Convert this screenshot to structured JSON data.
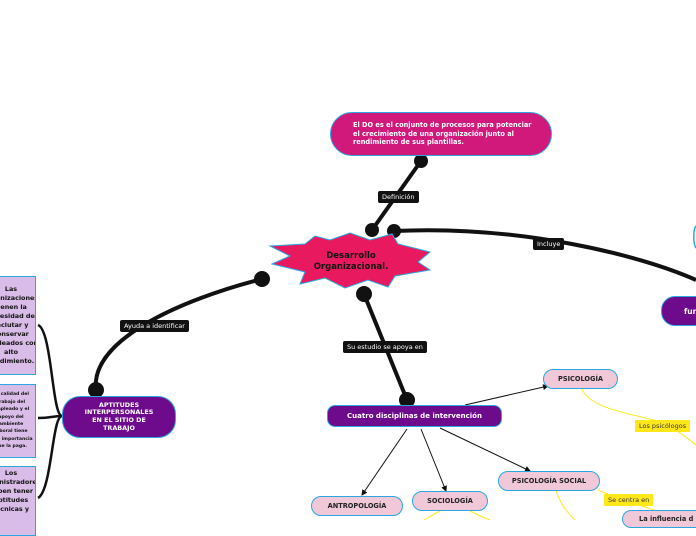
{
  "central": {
    "label": "Desarrollo Organizacional."
  },
  "definition": {
    "text": "El DO es el conjunto de procesos para potenciar el crecimiento de una organización junto al rendimiento de sus plantillas."
  },
  "aptitudes": {
    "label": "APTITUDES INTERPERSONALES EN EL SITIO DE TRABAJO"
  },
  "disciplinas": {
    "label": "Cuatro disciplinas de intervención"
  },
  "psicologia": {
    "label": "PSICOLOGÍA"
  },
  "psicologia_social": {
    "label": "PSICOLOGÍA SOCIAL"
  },
  "antropologia": {
    "label": "ANTROPOLOGÍA"
  },
  "sociologia": {
    "label": "SOCIOLOGÍA"
  },
  "right_partial": {
    "label": "fun"
  },
  "influencia_partial": {
    "label": "La influencia d"
  },
  "left_boxes": [
    {
      "text": "Las organizaciones tienen la necesidad de reclutar y conservar empleados con alto rendimiento."
    },
    {
      "text": "La calidad del trabajo del empleado y el apoyo del ambiente laboral tiene más importancia que la paga."
    },
    {
      "text": "Los administradores deben tener aptitudes técnicas y"
    }
  ],
  "edge_labels": {
    "definicion": "Definición",
    "incluye": "Incluye",
    "ayuda": "Ayuda a identificar",
    "apoya": "Su estudio se apoya en"
  },
  "yellow_labels": {
    "psicologos": "Los psicólogos",
    "centra": "Se centra en"
  },
  "colors": {
    "central": "#e8195f",
    "magenta": "#d0197a",
    "purple": "#6e0a8c",
    "pink": "#f0c8d8",
    "lilac": "#d9bde8",
    "border": "#2aa7e0",
    "yellow": "#ffe81a"
  }
}
